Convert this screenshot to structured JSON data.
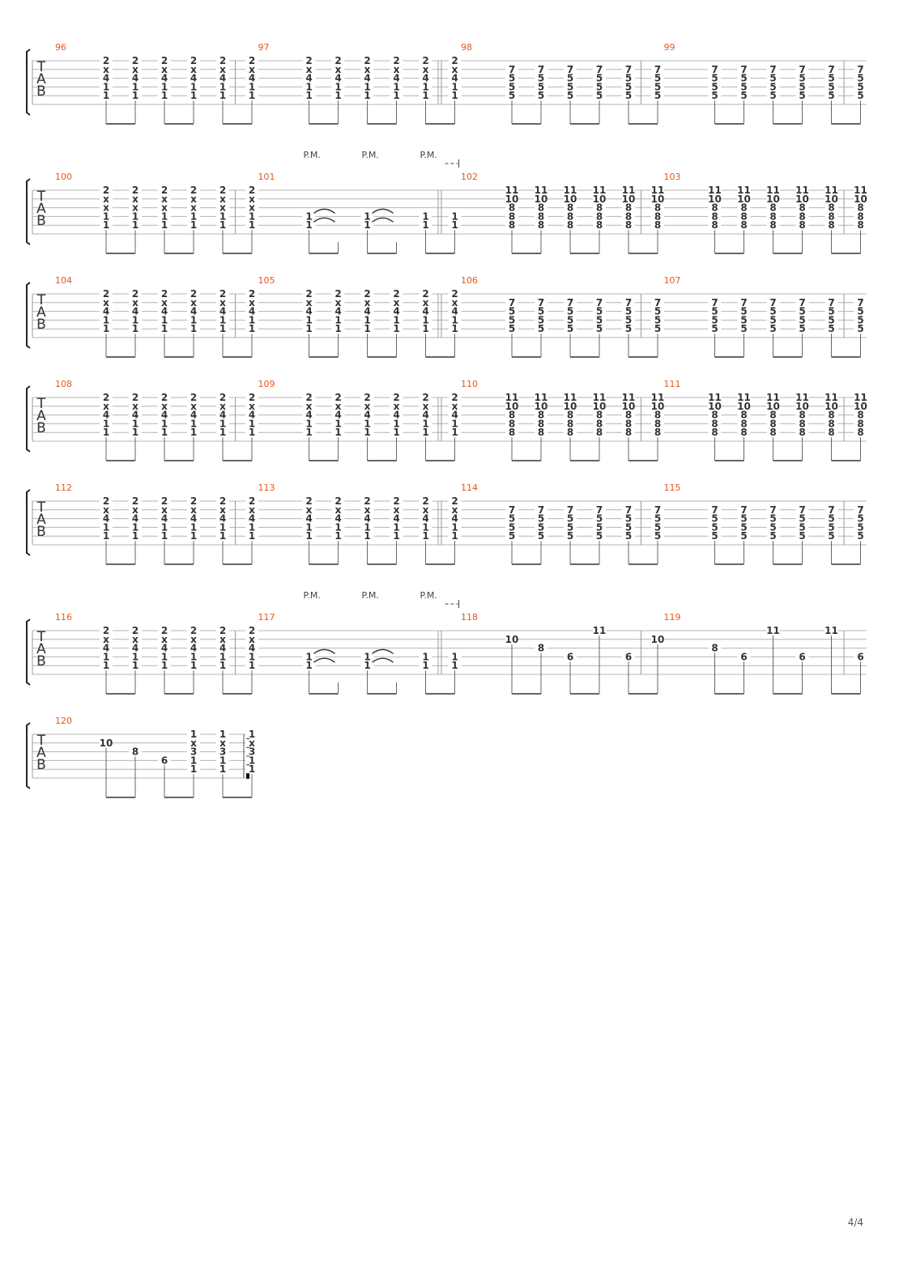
{
  "page_number": "4/4",
  "colors": {
    "measure_number": "#e8571e",
    "staff_line": "#b4b4b4",
    "barline": "#9a9a9a",
    "fret_text": "#333333",
    "annotation": "#444444"
  },
  "clef": [
    "T",
    "A",
    "B"
  ],
  "annotation_labels": {
    "palm_mute": "P.M."
  },
  "tuplet_grouping": "pairs of beamed eighth notes",
  "measures": [
    {
      "number": "96",
      "repeat_end": false,
      "palm_mute": false,
      "beats": [
        [
          "2",
          "x",
          "4",
          "1",
          "1"
        ],
        [
          "2",
          "x",
          "4",
          "1",
          "1"
        ],
        [
          "2",
          "x",
          "4",
          "1",
          "1"
        ],
        [
          "2",
          "x",
          "4",
          "1",
          "1"
        ],
        [
          "2",
          "x",
          "4",
          "1",
          "1"
        ],
        [
          "2",
          "x",
          "4",
          "1",
          "1"
        ]
      ]
    },
    {
      "number": "97",
      "repeat_end": true,
      "palm_mute": false,
      "beats": [
        [
          "2",
          "x",
          "4",
          "1",
          "1"
        ],
        [
          "2",
          "x",
          "4",
          "1",
          "1"
        ],
        [
          "2",
          "x",
          "4",
          "1",
          "1"
        ],
        [
          "2",
          "x",
          "4",
          "1",
          "1"
        ],
        [
          "2",
          "x",
          "4",
          "1",
          "1"
        ],
        [
          "2",
          "x",
          "4",
          "1",
          "1"
        ]
      ]
    },
    {
      "number": "98",
      "repeat_end": false,
      "palm_mute": false,
      "beats": [
        [
          "",
          "7",
          "5",
          "5",
          "5"
        ],
        [
          "",
          "7",
          "5",
          "5",
          "5"
        ],
        [
          "",
          "7",
          "5",
          "5",
          "5"
        ],
        [
          "",
          "7",
          "5",
          "5",
          "5"
        ],
        [
          "",
          "7",
          "5",
          "5",
          "5"
        ],
        [
          "",
          "7",
          "5",
          "5",
          "5"
        ]
      ]
    },
    {
      "number": "99",
      "repeat_end": false,
      "palm_mute": false,
      "beats": [
        [
          "",
          "7",
          "5",
          "5",
          "5"
        ],
        [
          "",
          "7",
          "5",
          "5",
          "5"
        ],
        [
          "",
          "7",
          "5",
          "5",
          "5"
        ],
        [
          "",
          "7",
          "5",
          "5",
          "5"
        ],
        [
          "",
          "7",
          "5",
          "5",
          "5"
        ],
        [
          "",
          "7",
          "5",
          "5",
          "5"
        ]
      ]
    },
    {
      "number": "100",
      "repeat_end": false,
      "palm_mute": false,
      "beats": [
        [
          "2",
          "x",
          "x",
          "1",
          "1"
        ],
        [
          "2",
          "x",
          "x",
          "1",
          "1"
        ],
        [
          "2",
          "x",
          "x",
          "1",
          "1"
        ],
        [
          "2",
          "x",
          "x",
          "1",
          "1"
        ],
        [
          "2",
          "x",
          "x",
          "1",
          "1"
        ],
        [
          "2",
          "x",
          "x",
          "1",
          "1"
        ]
      ]
    },
    {
      "number": "101",
      "repeat_end": true,
      "palm_mute": true,
      "ties": [
        0,
        2
      ],
      "beats": [
        [
          "",
          "",
          "",
          "1",
          "1"
        ],
        [
          "",
          "",
          "",
          "",
          ""
        ],
        [
          "",
          "",
          "",
          "1",
          "1"
        ],
        [
          "",
          "",
          "",
          "",
          ""
        ],
        [
          "",
          "",
          "",
          "1",
          "1"
        ],
        [
          "",
          "",
          "",
          "1",
          "1"
        ]
      ]
    },
    {
      "number": "102",
      "repeat_end": false,
      "palm_mute": false,
      "beats": [
        [
          "11",
          "10",
          "8",
          "8",
          "8"
        ],
        [
          "11",
          "10",
          "8",
          "8",
          "8"
        ],
        [
          "11",
          "10",
          "8",
          "8",
          "8"
        ],
        [
          "11",
          "10",
          "8",
          "8",
          "8"
        ],
        [
          "11",
          "10",
          "8",
          "8",
          "8"
        ],
        [
          "11",
          "10",
          "8",
          "8",
          "8"
        ]
      ]
    },
    {
      "number": "103",
      "repeat_end": false,
      "palm_mute": false,
      "beats": [
        [
          "11",
          "10",
          "8",
          "8",
          "8"
        ],
        [
          "11",
          "10",
          "8",
          "8",
          "8"
        ],
        [
          "11",
          "10",
          "8",
          "8",
          "8"
        ],
        [
          "11",
          "10",
          "8",
          "8",
          "8"
        ],
        [
          "11",
          "10",
          "8",
          "8",
          "8"
        ],
        [
          "11",
          "10",
          "8",
          "8",
          "8"
        ]
      ]
    },
    {
      "number": "104",
      "repeat_end": false,
      "palm_mute": false,
      "beats": [
        [
          "2",
          "x",
          "4",
          "1",
          "1"
        ],
        [
          "2",
          "x",
          "4",
          "1",
          "1"
        ],
        [
          "2",
          "x",
          "4",
          "1",
          "1"
        ],
        [
          "2",
          "x",
          "4",
          "1",
          "1"
        ],
        [
          "2",
          "x",
          "4",
          "1",
          "1"
        ],
        [
          "2",
          "x",
          "4",
          "1",
          "1"
        ]
      ]
    },
    {
      "number": "105",
      "repeat_end": true,
      "palm_mute": false,
      "beats": [
        [
          "2",
          "x",
          "4",
          "1",
          "1"
        ],
        [
          "2",
          "x",
          "4",
          "1",
          "1"
        ],
        [
          "2",
          "x",
          "4",
          "1",
          "1"
        ],
        [
          "2",
          "x",
          "4",
          "1",
          "1"
        ],
        [
          "2",
          "x",
          "4",
          "1",
          "1"
        ],
        [
          "2",
          "x",
          "4",
          "1",
          "1"
        ]
      ]
    },
    {
      "number": "106",
      "repeat_end": false,
      "palm_mute": false,
      "beats": [
        [
          "",
          "7",
          "5",
          "5",
          "5"
        ],
        [
          "",
          "7",
          "5",
          "5",
          "5"
        ],
        [
          "",
          "7",
          "5",
          "5",
          "5"
        ],
        [
          "",
          "7",
          "5",
          "5",
          "5"
        ],
        [
          "",
          "7",
          "5",
          "5",
          "5"
        ],
        [
          "",
          "7",
          "5",
          "5",
          "5"
        ]
      ]
    },
    {
      "number": "107",
      "repeat_end": false,
      "palm_mute": false,
      "beats": [
        [
          "",
          "7",
          "5",
          "5",
          "5"
        ],
        [
          "",
          "7",
          "5",
          "5",
          "5"
        ],
        [
          "",
          "7",
          "5",
          "5",
          "5"
        ],
        [
          "",
          "7",
          "5",
          "5",
          "5"
        ],
        [
          "",
          "7",
          "5",
          "5",
          "5"
        ],
        [
          "",
          "7",
          "5",
          "5",
          "5"
        ]
      ]
    },
    {
      "number": "108",
      "repeat_end": false,
      "palm_mute": false,
      "beats": [
        [
          "2",
          "x",
          "4",
          "1",
          "1"
        ],
        [
          "2",
          "x",
          "4",
          "1",
          "1"
        ],
        [
          "2",
          "x",
          "4",
          "1",
          "1"
        ],
        [
          "2",
          "x",
          "4",
          "1",
          "1"
        ],
        [
          "2",
          "x",
          "4",
          "1",
          "1"
        ],
        [
          "2",
          "x",
          "4",
          "1",
          "1"
        ]
      ]
    },
    {
      "number": "109",
      "repeat_end": true,
      "palm_mute": false,
      "beats": [
        [
          "2",
          "x",
          "4",
          "1",
          "1"
        ],
        [
          "2",
          "x",
          "4",
          "1",
          "1"
        ],
        [
          "2",
          "x",
          "4",
          "1",
          "1"
        ],
        [
          "2",
          "x",
          "4",
          "1",
          "1"
        ],
        [
          "2",
          "x",
          "4",
          "1",
          "1"
        ],
        [
          "2",
          "x",
          "4",
          "1",
          "1"
        ]
      ]
    },
    {
      "number": "110",
      "repeat_end": false,
      "palm_mute": false,
      "beats": [
        [
          "11",
          "10",
          "8",
          "8",
          "8"
        ],
        [
          "11",
          "10",
          "8",
          "8",
          "8"
        ],
        [
          "11",
          "10",
          "8",
          "8",
          "8"
        ],
        [
          "11",
          "10",
          "8",
          "8",
          "8"
        ],
        [
          "11",
          "10",
          "8",
          "8",
          "8"
        ],
        [
          "11",
          "10",
          "8",
          "8",
          "8"
        ]
      ]
    },
    {
      "number": "111",
      "repeat_end": false,
      "palm_mute": false,
      "beats": [
        [
          "11",
          "10",
          "8",
          "8",
          "8"
        ],
        [
          "11",
          "10",
          "8",
          "8",
          "8"
        ],
        [
          "11",
          "10",
          "8",
          "8",
          "8"
        ],
        [
          "11",
          "10",
          "8",
          "8",
          "8"
        ],
        [
          "11",
          "10",
          "8",
          "8",
          "8"
        ],
        [
          "11",
          "10",
          "8",
          "8",
          "8"
        ]
      ]
    },
    {
      "number": "112",
      "repeat_end": false,
      "palm_mute": false,
      "beats": [
        [
          "2",
          "x",
          "4",
          "1",
          "1"
        ],
        [
          "2",
          "x",
          "4",
          "1",
          "1"
        ],
        [
          "2",
          "x",
          "4",
          "1",
          "1"
        ],
        [
          "2",
          "x",
          "4",
          "1",
          "1"
        ],
        [
          "2",
          "x",
          "4",
          "1",
          "1"
        ],
        [
          "2",
          "x",
          "4",
          "1",
          "1"
        ]
      ]
    },
    {
      "number": "113",
      "repeat_end": true,
      "palm_mute": false,
      "beats": [
        [
          "2",
          "x",
          "4",
          "1",
          "1"
        ],
        [
          "2",
          "x",
          "4",
          "1",
          "1"
        ],
        [
          "2",
          "x",
          "4",
          "1",
          "1"
        ],
        [
          "2",
          "x",
          "4",
          "1",
          "1"
        ],
        [
          "2",
          "x",
          "4",
          "1",
          "1"
        ],
        [
          "2",
          "x",
          "4",
          "1",
          "1"
        ]
      ]
    },
    {
      "number": "114",
      "repeat_end": false,
      "palm_mute": false,
      "beats": [
        [
          "",
          "7",
          "5",
          "5",
          "5"
        ],
        [
          "",
          "7",
          "5",
          "5",
          "5"
        ],
        [
          "",
          "7",
          "5",
          "5",
          "5"
        ],
        [
          "",
          "7",
          "5",
          "5",
          "5"
        ],
        [
          "",
          "7",
          "5",
          "5",
          "5"
        ],
        [
          "",
          "7",
          "5",
          "5",
          "5"
        ]
      ]
    },
    {
      "number": "115",
      "repeat_end": false,
      "palm_mute": false,
      "beats": [
        [
          "",
          "7",
          "5",
          "5",
          "5"
        ],
        [
          "",
          "7",
          "5",
          "5",
          "5"
        ],
        [
          "",
          "7",
          "5",
          "5",
          "5"
        ],
        [
          "",
          "7",
          "5",
          "5",
          "5"
        ],
        [
          "",
          "7",
          "5",
          "5",
          "5"
        ],
        [
          "",
          "7",
          "5",
          "5",
          "5"
        ]
      ]
    },
    {
      "number": "116",
      "repeat_end": false,
      "palm_mute": false,
      "beats": [
        [
          "2",
          "x",
          "4",
          "1",
          "1"
        ],
        [
          "2",
          "x",
          "4",
          "1",
          "1"
        ],
        [
          "2",
          "x",
          "4",
          "1",
          "1"
        ],
        [
          "2",
          "x",
          "4",
          "1",
          "1"
        ],
        [
          "2",
          "x",
          "4",
          "1",
          "1"
        ],
        [
          "2",
          "x",
          "4",
          "1",
          "1"
        ]
      ]
    },
    {
      "number": "117",
      "repeat_end": true,
      "palm_mute": true,
      "ties": [
        0,
        2
      ],
      "beats": [
        [
          "",
          "",
          "",
          "1",
          "1"
        ],
        [
          "",
          "",
          "",
          "",
          ""
        ],
        [
          "",
          "",
          "",
          "1",
          "1"
        ],
        [
          "",
          "",
          "",
          "",
          ""
        ],
        [
          "",
          "",
          "",
          "1",
          "1"
        ],
        [
          "",
          "",
          "",
          "1",
          "1"
        ]
      ]
    },
    {
      "number": "118",
      "repeat_end": false,
      "palm_mute": false,
      "beats": [
        [
          "",
          "10",
          "",
          "",
          ""
        ],
        [
          "",
          "",
          "8",
          "",
          ""
        ],
        [
          "",
          "",
          "",
          "6",
          ""
        ],
        [
          "11",
          "",
          "",
          "",
          ""
        ],
        [
          "",
          "",
          "",
          "6",
          ""
        ],
        [
          "",
          "10",
          "",
          "",
          ""
        ]
      ]
    },
    {
      "number": "119",
      "repeat_end": false,
      "palm_mute": false,
      "beats": [
        [
          "",
          "",
          "8",
          "",
          ""
        ],
        [
          "",
          "",
          "",
          "6",
          ""
        ],
        [
          "11",
          "",
          "",
          "",
          ""
        ],
        [
          "",
          "",
          "",
          "6",
          ""
        ],
        [
          "11",
          "",
          "",
          "",
          ""
        ],
        [
          "",
          "",
          "",
          "6",
          ""
        ]
      ]
    },
    {
      "number": "120",
      "repeat_end": false,
      "final": true,
      "palm_mute": false,
      "beats": [
        [
          "",
          "10",
          "",
          "",
          ""
        ],
        [
          "",
          "",
          "8",
          "",
          ""
        ],
        [
          "",
          "",
          "",
          "6",
          ""
        ],
        [
          "1",
          "x",
          "3",
          "1",
          "1"
        ],
        [
          "1",
          "x",
          "3",
          "1",
          "1"
        ],
        [
          "1",
          "x",
          "3",
          "1",
          "1"
        ]
      ]
    }
  ]
}
